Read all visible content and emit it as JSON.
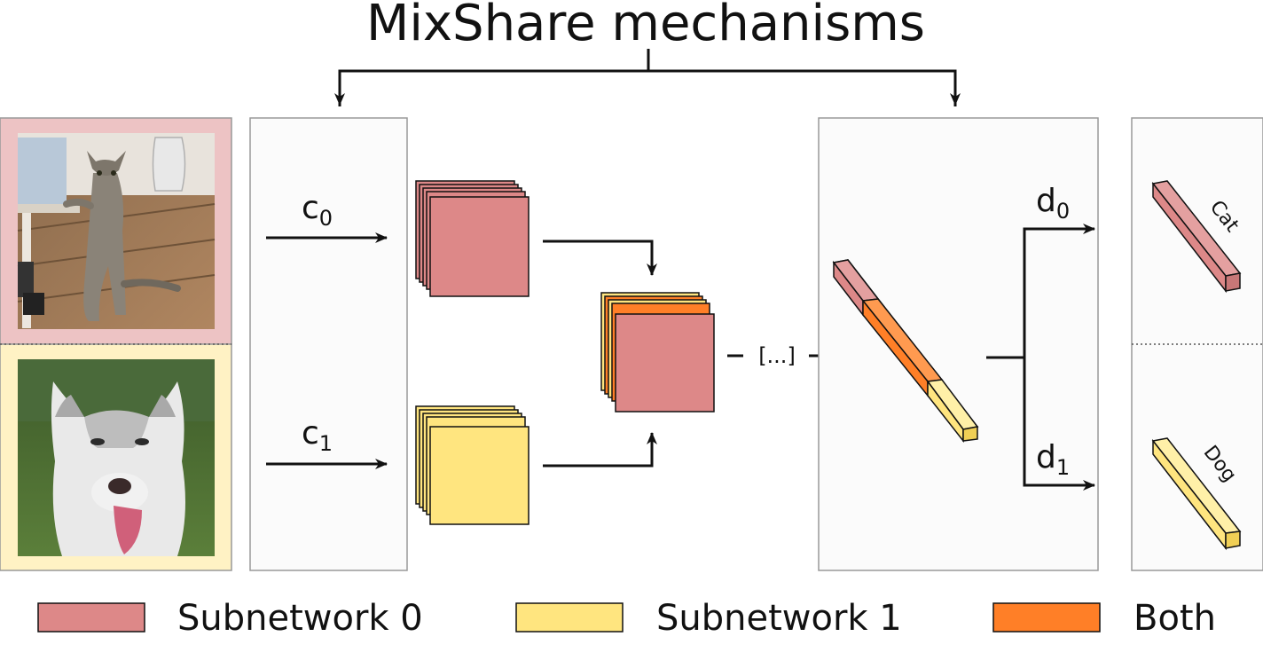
{
  "title": "MixShare mechanisms",
  "inputs": {
    "c0": {
      "main": "c",
      "sub": "0"
    },
    "c1": {
      "main": "c",
      "sub": "1"
    }
  },
  "outputs": {
    "d0": {
      "main": "d",
      "sub": "0"
    },
    "d1": {
      "main": "d",
      "sub": "1"
    }
  },
  "ellipsis": "[...]",
  "class_labels": {
    "cat": "Cat",
    "dog": "Dog"
  },
  "legend": [
    {
      "label": "Subnetwork 0",
      "color": "#dd8888"
    },
    {
      "label": "Subnetwork 1",
      "color": "#ffe57f"
    },
    {
      "label": "Both",
      "color": "#ff7f27"
    }
  ],
  "colors": {
    "subnetwork0": "#dd8888",
    "subnetwork1": "#ffe57f",
    "both": "#ff7f27",
    "panel_bg": "#fbfbfb",
    "panel_border": "#999999",
    "cat_panel_bg": "#edc3c4",
    "dog_panel_bg": "#fff2c4"
  }
}
